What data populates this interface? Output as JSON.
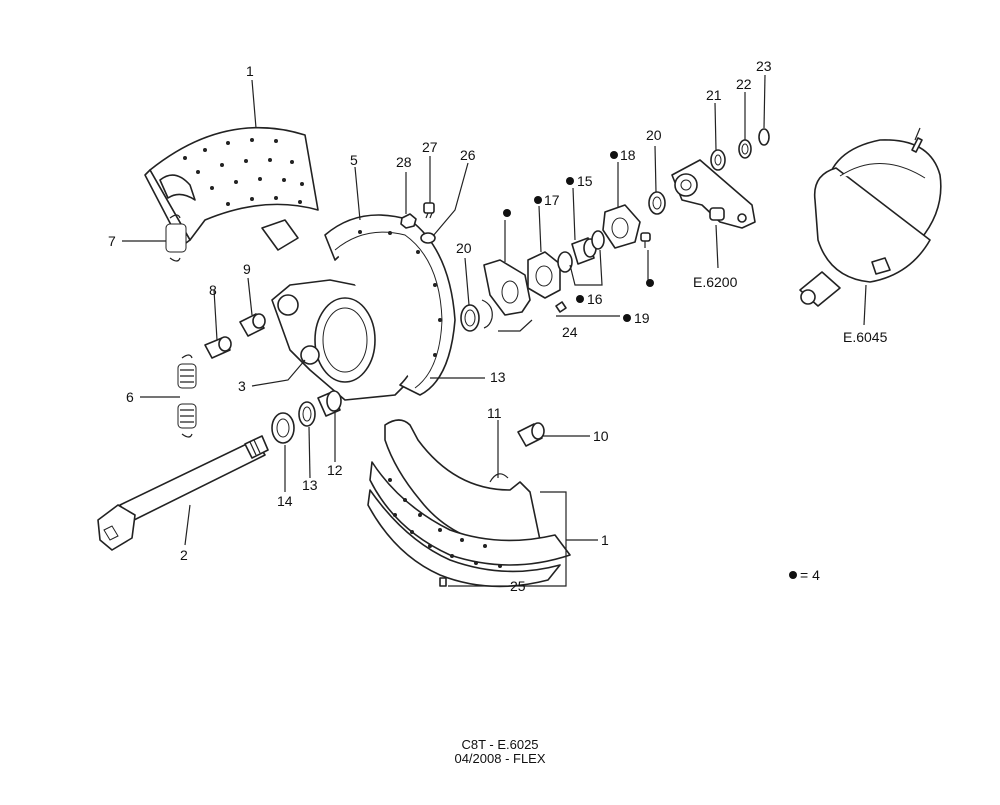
{
  "labels": {
    "l1_top": "1",
    "l1_bottom": "1",
    "l2": "2",
    "l3": "3",
    "l4": "= 4",
    "l5": "5",
    "l6": "6",
    "l7": "7",
    "l8": "8",
    "l9": "9",
    "l10": "10",
    "l11": "11",
    "l12": "12",
    "l13a": "13",
    "l13b": "13",
    "l14": "14",
    "l15": "15",
    "l16": "16",
    "l17": "17",
    "l18": "18",
    "l19": "19",
    "l20a": "20",
    "l20b": "20",
    "l21": "21",
    "l22": "22",
    "l23": "23",
    "l24": "24",
    "l25": "25",
    "l26": "26",
    "l27": "27",
    "l28": "28",
    "ref_6200": "E.6200",
    "ref_6045": "E.6045"
  },
  "footer": {
    "line1": "C8T - E.6025",
    "line2": "04/2008 - FLEX"
  }
}
